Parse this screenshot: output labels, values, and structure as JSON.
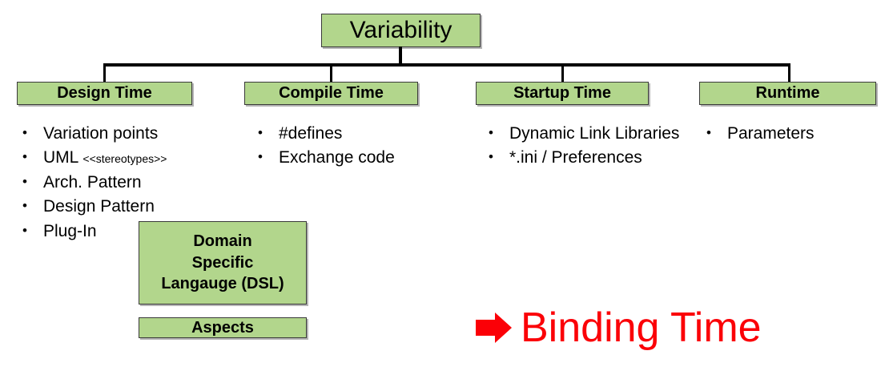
{
  "diagram": {
    "root": {
      "label": "Variability"
    },
    "categories": [
      {
        "label": "Design Time"
      },
      {
        "label": "Compile Time"
      },
      {
        "label": "Startup Time"
      },
      {
        "label": "Runtime"
      }
    ],
    "lists": {
      "design_time": [
        {
          "text": "Variation points",
          "suffix": ""
        },
        {
          "text": "UML ",
          "suffix": "<<stereotypes>>"
        },
        {
          "text": "Arch. Pattern",
          "suffix": ""
        },
        {
          "text": "Design Pattern",
          "suffix": ""
        },
        {
          "text": "Plug-In",
          "suffix": ""
        }
      ],
      "compile_time": [
        {
          "text": "#defines",
          "suffix": ""
        },
        {
          "text": "Exchange code",
          "suffix": ""
        }
      ],
      "startup_time": [
        {
          "text": "Dynamic Link Libraries",
          "suffix": ""
        },
        {
          "text": "*.ini / Preferences",
          "suffix": ""
        }
      ],
      "runtime": [
        {
          "text": "Parameters",
          "suffix": ""
        }
      ]
    },
    "extra_boxes": {
      "dsl": {
        "line1": "Domain",
        "line2": "Specific",
        "line3": "Langauge (DSL)"
      },
      "aspects": {
        "label": "Aspects"
      }
    },
    "callout": {
      "arrow_icon": "right-arrow-icon",
      "label": "Binding Time",
      "color": "#fb0007"
    },
    "bullet_glyph": "•",
    "colors": {
      "box_fill": "#b2d68c",
      "box_border": "#3a3a3a",
      "connector": "#000000",
      "text": "#000000",
      "accent_red": "#fb0007"
    }
  }
}
